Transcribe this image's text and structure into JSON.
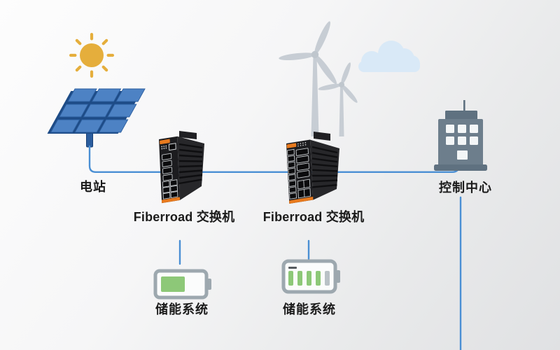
{
  "labels": {
    "power_station": "电站",
    "control_center": "控制中心",
    "switch_left": "Fiberroad 交换机",
    "switch_right": "Fiberroad 交换机",
    "storage_left": "储能系统",
    "storage_right": "储能系统"
  },
  "colors": {
    "connection_line": "#4a8fd4",
    "sun": "#e5ae3c",
    "solar_panel_cell": "#4d82c4",
    "solar_panel_edge": "#1d4b86",
    "turbine": "#c7cdd4",
    "cloud": "#d9e9f7",
    "building": "#6d7e8c",
    "building_dark": "#5f7180",
    "battery_shell": "#9da8af",
    "battery_level_green": "#8dc878",
    "battery_bar_gray": "#b9c1c6",
    "switch_body": "#1c1c1f",
    "switch_accent_orange": "#e87a1e",
    "text": "#1b1b1b"
  },
  "icons": [
    "sun-icon",
    "solar-panel-icon",
    "wind-turbine-large-icon",
    "wind-turbine-small-icon",
    "cloud-icon",
    "building-icon",
    "network-switch-left-icon",
    "network-switch-right-icon",
    "battery-half-icon",
    "battery-bars-icon"
  ]
}
